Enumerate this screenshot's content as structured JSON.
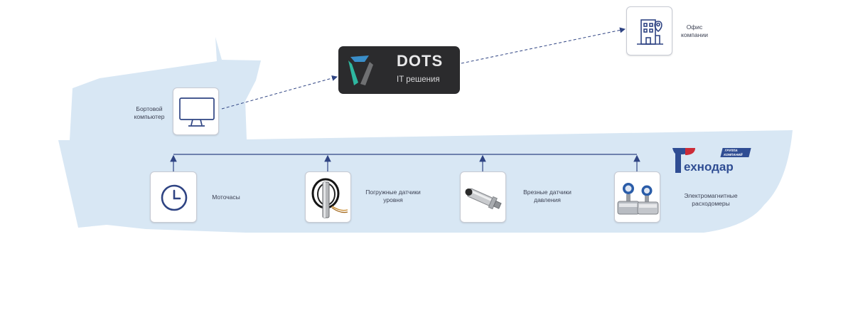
{
  "colors": {
    "ship": "#d8e7f4",
    "line": "#2f4483",
    "dots_bg": "#2b2b2d",
    "brand_blue": "#2f4d93",
    "brand_red": "#cc2b37"
  },
  "office": {
    "icon": "office-building-location-icon",
    "label_line1": "Офис",
    "label_line2": "компании"
  },
  "dots": {
    "title": "DOTS",
    "subtitle": "IT решения",
    "icon": "dots-triangle-logo"
  },
  "onboard_computer": {
    "icon": "monitor-icon",
    "label_line1": "Бортовой",
    "label_line2": "компьютер"
  },
  "brand": {
    "tag_line1": "ГРУППА",
    "tag_line2": "КОМПАНИЙ",
    "name": "ехнодар"
  },
  "sensors": [
    {
      "icon": "clock-icon",
      "label_line1": "Моточасы",
      "label_line2": ""
    },
    {
      "icon": "submersible-level-sensor-image",
      "label_line1": "Погружные датчики",
      "label_line2": "уровня"
    },
    {
      "icon": "pressure-sensor-image",
      "label_line1": "Врезные датчики",
      "label_line2": "давления"
    },
    {
      "icon": "flowmeter-image",
      "label_line1": "Электромагнитные",
      "label_line2": "расходомеры"
    }
  ]
}
